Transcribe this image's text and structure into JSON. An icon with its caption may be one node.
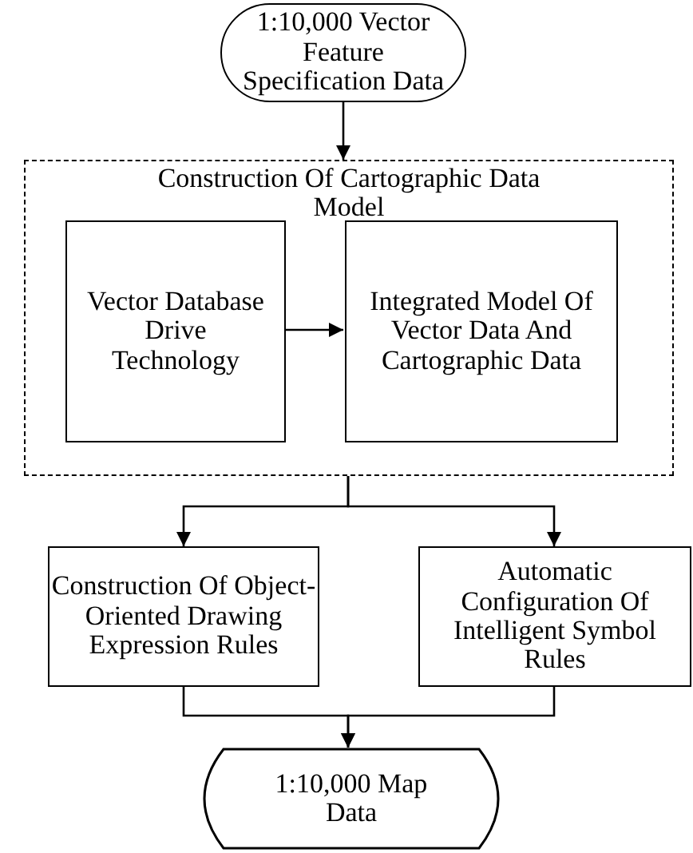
{
  "diagram": {
    "nodes": [
      {
        "text": [
          "1:10,000 Vector Feature Specification Data"
        ]
      },
      {
        "text": [
          "Construction Of Cartographic Data Model"
        ]
      },
      {
        "text": [
          "Vector Database Drive Technology"
        ],
        "in": 1
      },
      {
        "text": [
          "Integrated Model Of Vector Data And Cartographic Data"
        ],
        "in": 1
      },
      {
        "text": [
          "Construction Of Object-Oriented Drawing Expression Rules"
        ]
      },
      {
        "text": [
          "Automatic Configuration Of Intelligent Symbol Rules"
        ]
      },
      {
        "text": [
          "1:10,000 Map Data"
        ]
      }
    ],
    "edges": [
      {
        "from": 0,
        "to": 1,
        "arrow": "to"
      },
      {
        "from": 2,
        "to": 3,
        "arrow": "to"
      },
      {
        "from": 1,
        "to": 4,
        "arrow": "to"
      },
      {
        "from": 1,
        "to": 5,
        "arrow": "to"
      },
      {
        "from": 4,
        "to": 6,
        "arrow": "to"
      },
      {
        "from": 5,
        "to": 6,
        "arrow": "to"
      }
    ]
  }
}
